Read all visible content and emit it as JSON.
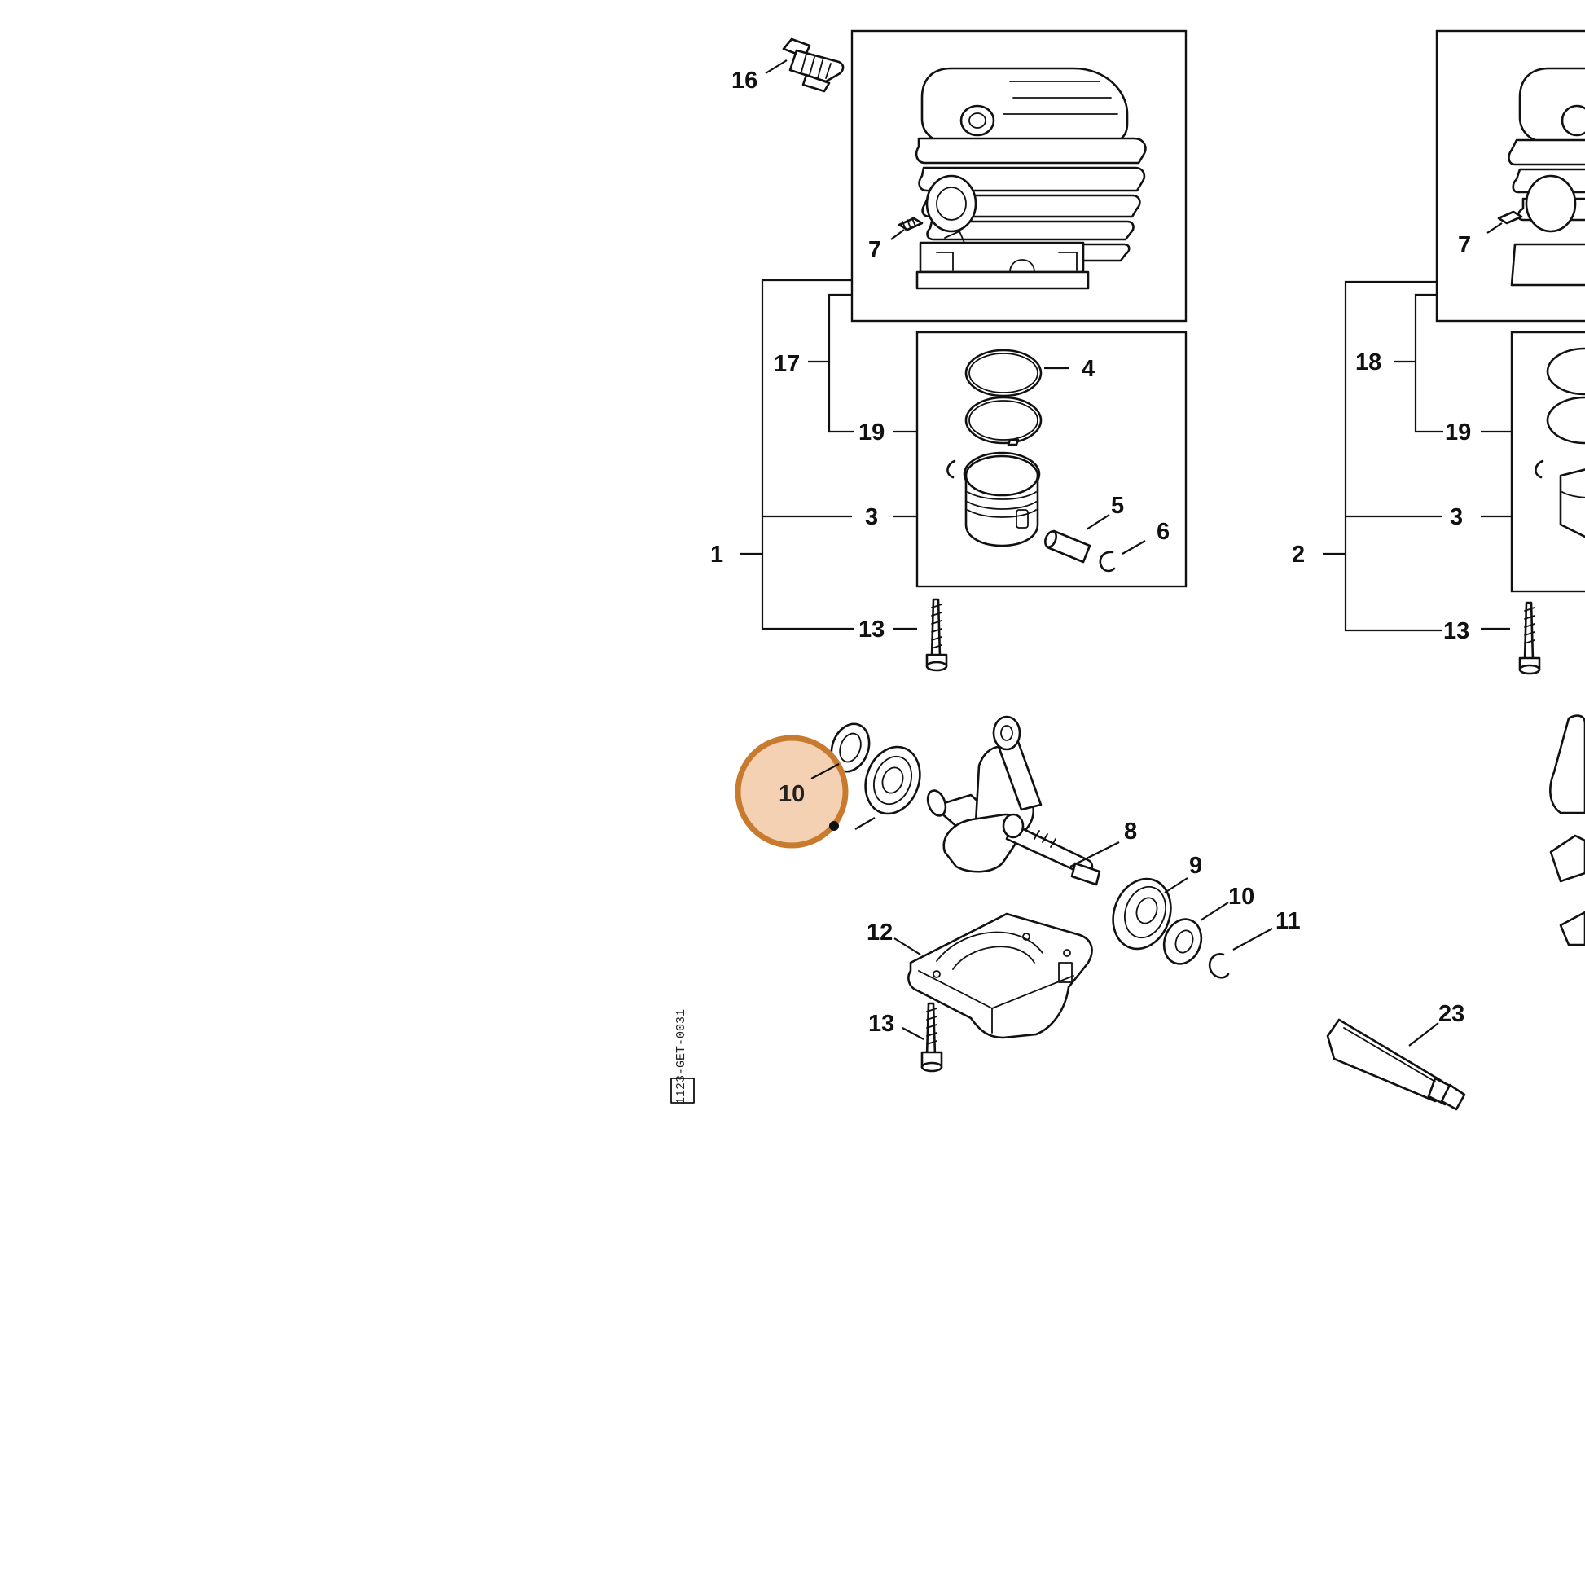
{
  "callouts": {
    "c1": "1",
    "c2": "2",
    "c3a": "3",
    "c3b": "3",
    "c4": "4",
    "c5": "5",
    "c6": "6",
    "c7a": "7",
    "c7b": "7",
    "c8": "8",
    "c9": "9",
    "c10_highlight": "10",
    "c10": "10",
    "c11": "11",
    "c12": "12",
    "c13a": "13",
    "c13b": "13",
    "c13c": "13",
    "c16": "16",
    "c17": "17",
    "c18": "18",
    "c19a": "19",
    "c19b": "19",
    "c23": "23"
  },
  "drawing_code": "1123-GET-0031",
  "highlight": {
    "color": "#c87a2e",
    "fill": "#f2c9a6"
  }
}
